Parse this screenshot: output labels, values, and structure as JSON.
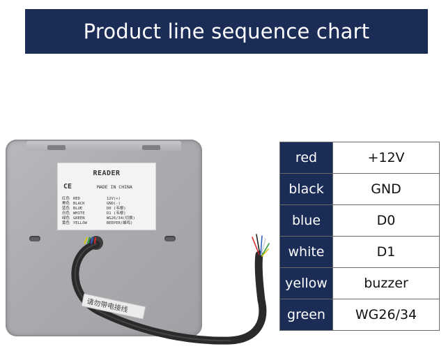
{
  "banner": {
    "title": "Product line sequence chart"
  },
  "device": {
    "label_title": "READER",
    "cert_marks": "CE",
    "made_in": "MADE IN CHINA",
    "wires": [
      {
        "cn": "红色",
        "en": "RED",
        "signal": "12V(+)"
      },
      {
        "cn": "黑色",
        "en": "BLACK",
        "signal": "GND(-)"
      },
      {
        "cn": "蓝色",
        "en": "BLUE",
        "signal": "D0 (韦根)"
      },
      {
        "cn": "白色",
        "en": "WHITE",
        "signal": "D1 (韦根)"
      },
      {
        "cn": "绿色",
        "en": "GREEN",
        "signal": "WG26/34(切换)"
      },
      {
        "cn": "黄色",
        "en": "YELLOW",
        "signal": "BEEPER(蜂鸣)"
      }
    ],
    "cable_tag": "请勿带电接线"
  },
  "table": {
    "rows": [
      {
        "color": "red",
        "signal": "+12V"
      },
      {
        "color": "black",
        "signal": "GND"
      },
      {
        "color": "blue",
        "signal": "D0"
      },
      {
        "color": "white",
        "signal": "D1"
      },
      {
        "color": "yellow",
        "signal": "buzzer"
      },
      {
        "color": "green",
        "signal": "WG26/34"
      }
    ]
  },
  "colors": {
    "banner_bg": "#1b2c57",
    "table_header_bg": "#1b2c57"
  }
}
